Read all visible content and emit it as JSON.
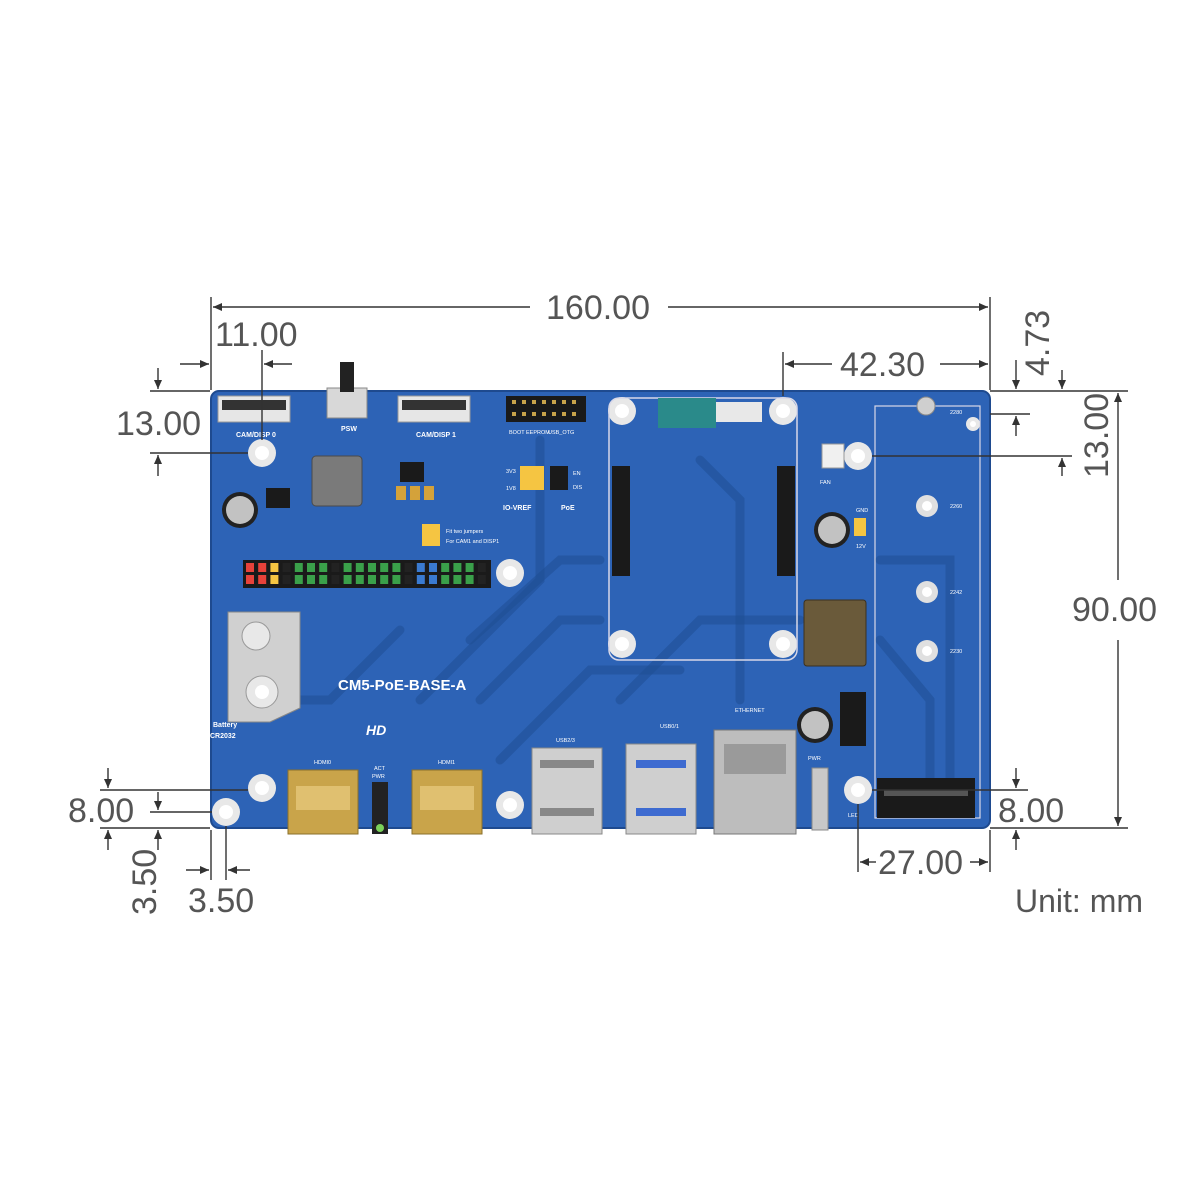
{
  "board": {
    "name": "CM5-PoE-BASE-A",
    "hd_logo": "HD",
    "battery_label": "Battery",
    "battery_model": "CR2032",
    "fix_jumpers_line1": "Fit two jumpers",
    "fix_jumpers_line2": "For CAM1 and DISP1",
    "colors": {
      "pcb": "#2d63b6",
      "pcb_dark": "#1e4a8f",
      "metal": "#c9c9c9",
      "hdmi_gold": "#c9a44a",
      "jumper": "#f5c542"
    }
  },
  "connectors": {
    "cam_disp0": "CAM/DISP 0",
    "cam_disp1": "CAM/DISP 1",
    "psw": "PSW",
    "io_vref": "IO-VREF",
    "poe": "PoE",
    "hdmi0": "HDMI0",
    "hdmi1": "HDMI1",
    "act": "ACT",
    "pwr_led": "PWR",
    "usb23": "USB2/3",
    "usb01": "USB0/1",
    "ethernet": "ETHERNET",
    "pwr": "PWR",
    "led": "LED",
    "fan": "FAN",
    "gnd": "GND",
    "v12": "12V",
    "boot": "BOOT",
    "eeprom": "EEPROM",
    "usb_otg": "USB_OTG",
    "nvme_m2": [
      "2280",
      "2260",
      "2242",
      "2230"
    ],
    "v33": "3V3",
    "v18": "1V8",
    "en": "EN",
    "dis": "DIS"
  },
  "dimensions": {
    "width": "160.00",
    "left_offset": "11.00",
    "top_left_hole": "13.00",
    "right_offset": "42.30",
    "top_right_offset": "4.73",
    "right_hole": "13.00",
    "height": "90.00",
    "bottom_left_hole": "8.00",
    "left_hole_y": "3.50",
    "left_hole_x": "3.50",
    "bottom_right_hole": "8.00",
    "bottom_right_width": "27.00"
  },
  "unit": "Unit: mm"
}
